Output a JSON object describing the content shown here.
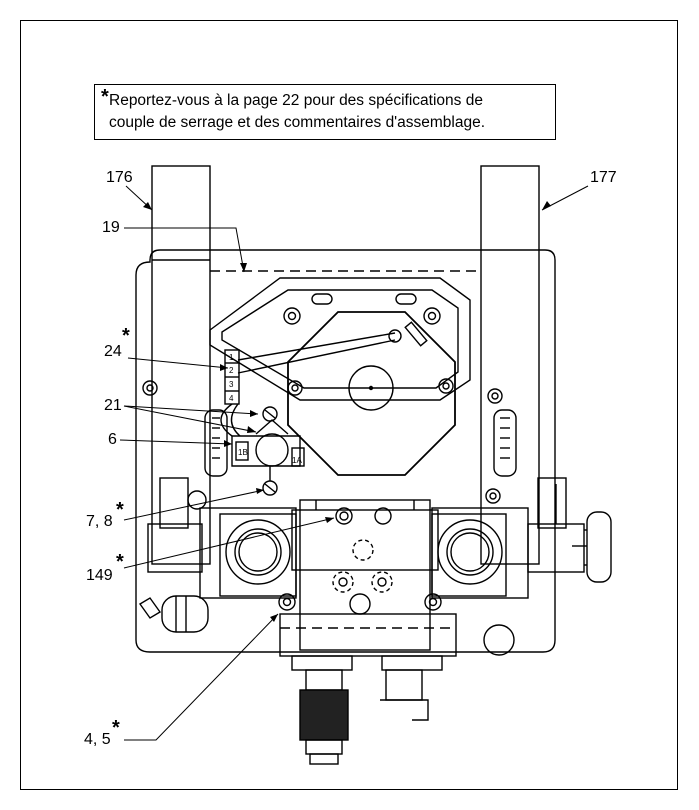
{
  "note": {
    "asterisk": "*",
    "line1": "Reportez-vous à la page 22 pour des spécifications de",
    "line2": "couple de serrage et des commentaires d'assemblage."
  },
  "callouts": {
    "c176": "176",
    "c177": "177",
    "c19": "19",
    "c24": "24",
    "c21": "21",
    "c6": "6",
    "c78": "7, 8",
    "c149": "149",
    "c45": "4, 5",
    "star": "*"
  },
  "terminal": {
    "t1": "1",
    "t2": "2",
    "t3": "3",
    "t4": "4",
    "t1b": "1B",
    "t1a": "1A"
  }
}
